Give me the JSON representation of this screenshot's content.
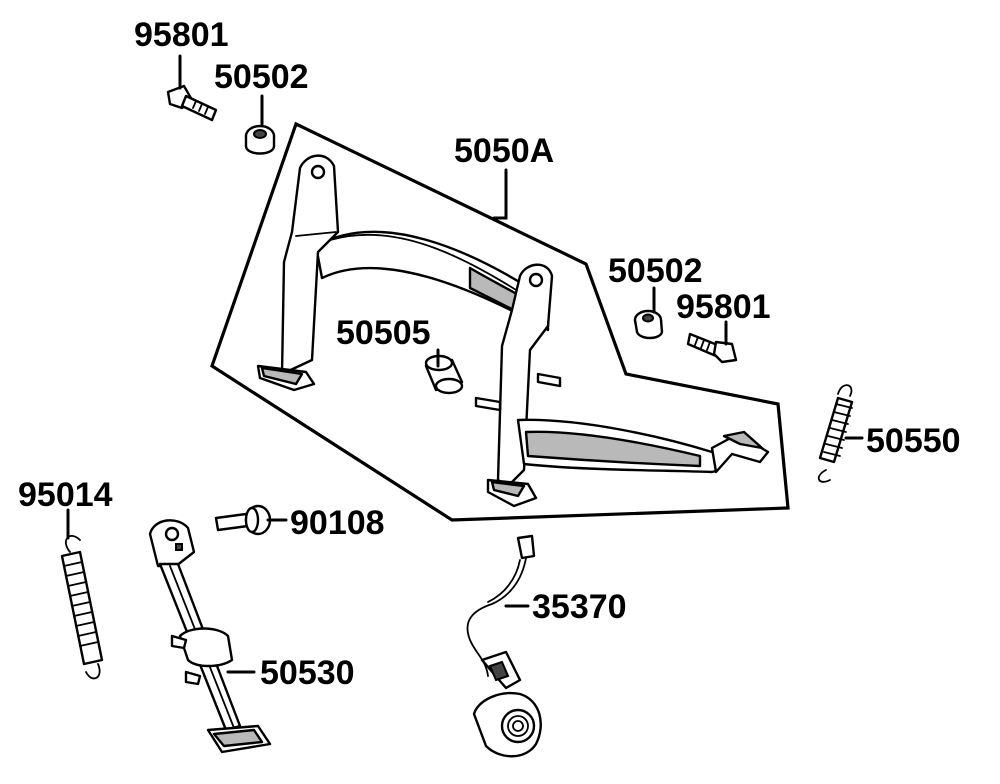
{
  "diagram": {
    "group_label": "5050A",
    "parts": [
      {
        "id": "p95801a",
        "number": "95801",
        "name": "bolt"
      },
      {
        "id": "p50502a",
        "number": "50502",
        "name": "collar"
      },
      {
        "id": "p5050A",
        "number": "5050A",
        "name": "main-stand"
      },
      {
        "id": "p50502b",
        "number": "50502",
        "name": "collar"
      },
      {
        "id": "p95801b",
        "number": "95801",
        "name": "bolt"
      },
      {
        "id": "p50505",
        "number": "50505",
        "name": "bush"
      },
      {
        "id": "p50550",
        "number": "50550",
        "name": "spring"
      },
      {
        "id": "p95014",
        "number": "95014",
        "name": "spring"
      },
      {
        "id": "p90108",
        "number": "90108",
        "name": "bolt"
      },
      {
        "id": "p35370",
        "number": "35370",
        "name": "switch"
      },
      {
        "id": "p50530",
        "number": "50530",
        "name": "side-stand"
      }
    ]
  }
}
